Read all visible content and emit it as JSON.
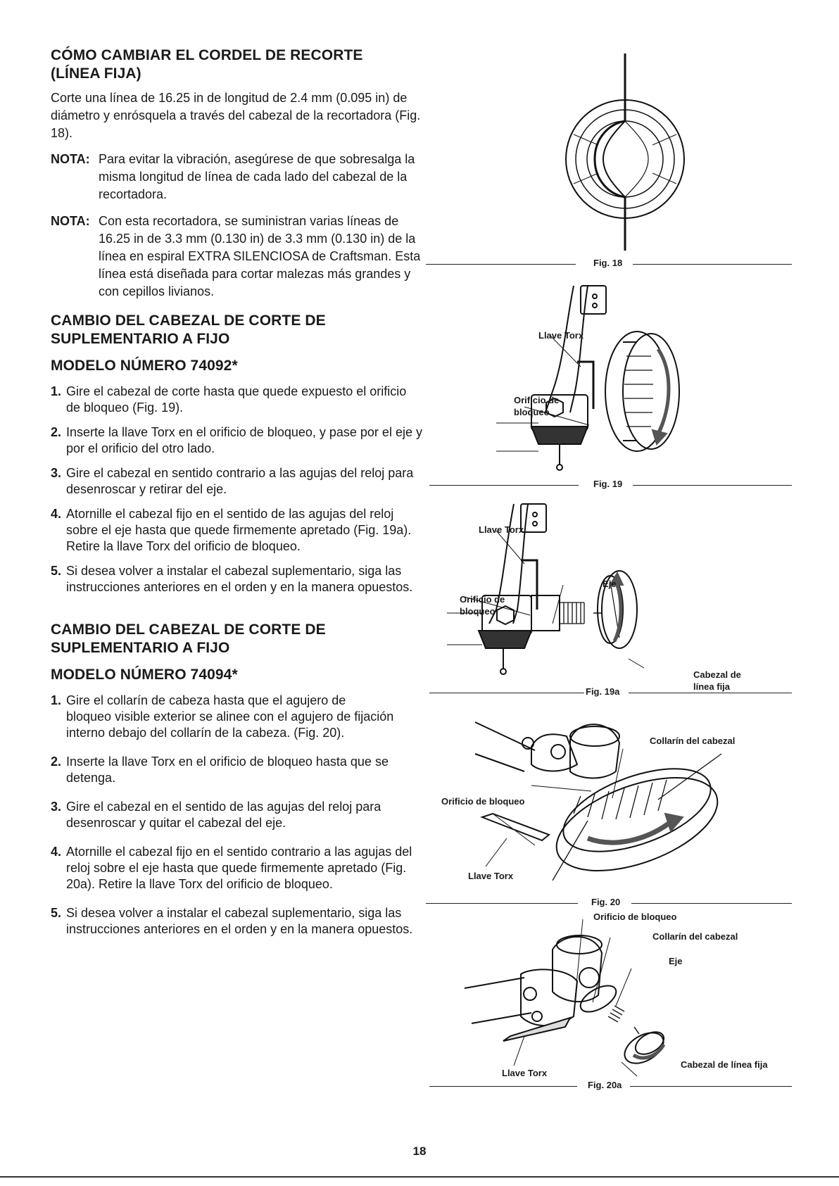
{
  "section1": {
    "title_line1": "CÓMO CAMBIAR EL CORDEL DE RECORTE",
    "title_line2": "(LÍNEA FIJA)",
    "body": "Corte una línea de 16.25 in de longitud de 2.4 mm (0.095 in) de diámetro y enrósquela a través del cabezal de la recortadora (Fig. 18).",
    "nota1_label": "NOTA:",
    "nota1_text": "Para evitar la vibración, asegúrese de que sobresalga la misma longitud de línea de cada lado del cabezal de la recortadora.",
    "nota2_label": "NOTA:",
    "nota2_text": "Con esta recortadora, se suministran varias líneas de 16.25 in de 3.3 mm (0.130 in) de 3.3 mm (0.130 in) de la línea en espiral EXTRA SILENCIOSA de Craftsman. Esta línea está diseñada para cortar malezas más grandes y con cepillos livianos."
  },
  "section2": {
    "title_line1": "CAMBIO DEL CABEZAL DE CORTE DE",
    "title_line2": "SUPLEMENTARIO A FIJO",
    "model": "MODELO NÚMERO 74092*",
    "steps": [
      {
        "num": "1.",
        "text": "Gire el cabezal de corte hasta que quede expuesto el orificio de bloqueo (Fig. 19)."
      },
      {
        "num": "2.",
        "text": "Inserte la llave Torx en el orificio de bloqueo, y pase por el eje y por el orificio del otro lado."
      },
      {
        "num": "3.",
        "text": "Gire el cabezal en sentido contrario a las agujas del reloj para desenroscar y retirar del eje."
      },
      {
        "num": "4.",
        "text": "Atornille el cabezal fijo en el sentido de las agujas del reloj sobre el eje hasta que quede firmemente apretado (Fig. 19a). Retire la llave Torx del orificio de bloqueo."
      },
      {
        "num": "5.",
        "text": "Si desea volver a instalar el cabezal suplementario, siga las instrucciones anteriores en el orden y en la manera opuestos."
      }
    ]
  },
  "section3": {
    "title_line1": "CAMBIO DEL CABEZAL DE CORTE DE",
    "title_line2": "SUPLEMENTARIO A FIJO",
    "model": "MODELO NÚMERO 74094*",
    "steps": [
      {
        "num": "1.",
        "text": "Gire el collarín de cabeza hasta que el agujero de bloqueo visible exterior se alinee con el agujero de fijación interno debajo del collarín de la cabeza. (Fig. 20)."
      },
      {
        "num": "2.",
        "text": "Inserte la llave Torx en el orificio de bloqueo hasta que se detenga."
      },
      {
        "num": "3.",
        "text": "Gire el cabezal en el sentido de las agujas del reloj para desenroscar y quitar el cabezal del eje."
      },
      {
        "num": "4.",
        "text": "Atornille el cabezal fijo en el sentido contrario a las agujas del reloj sobre el eje hasta que quede firmemente apretado (Fig. 20a). Retire la llave Torx del orificio de bloqueo."
      },
      {
        "num": "5.",
        "text": "Si desea volver a instalar el cabezal suplementario, siga las instrucciones anteriores en el orden y en la manera opuestos."
      }
    ]
  },
  "figures": {
    "fig18": {
      "caption": "Fig. 18"
    },
    "fig19": {
      "caption": "Fig. 19",
      "label_torx": "Llave Torx",
      "label_orificio_1": "Orificio de",
      "label_orificio_2": "bloqueo"
    },
    "fig19a": {
      "caption": "Fig. 19a",
      "label_torx": "Llave Torx",
      "label_eje": "Eje",
      "label_orificio_1": "Orificio de",
      "label_orificio_2": "bloqueo",
      "label_cabezal_1": "Cabezal de",
      "label_cabezal_2": "línea fija"
    },
    "fig20": {
      "caption": "Fig. 20",
      "label_collarin": "Collarín del cabezal",
      "label_orificio": "Orificio de bloqueo",
      "label_torx": "Llave Torx"
    },
    "fig20a": {
      "caption": "Fig. 20a",
      "label_orificio": "Orificio de bloqueo",
      "label_collarin": "Collarín del cabezal",
      "label_eje": "Eje",
      "label_torx": "Llave Torx",
      "label_cabezal": "Cabezal de línea fija"
    }
  },
  "page_number": "18"
}
